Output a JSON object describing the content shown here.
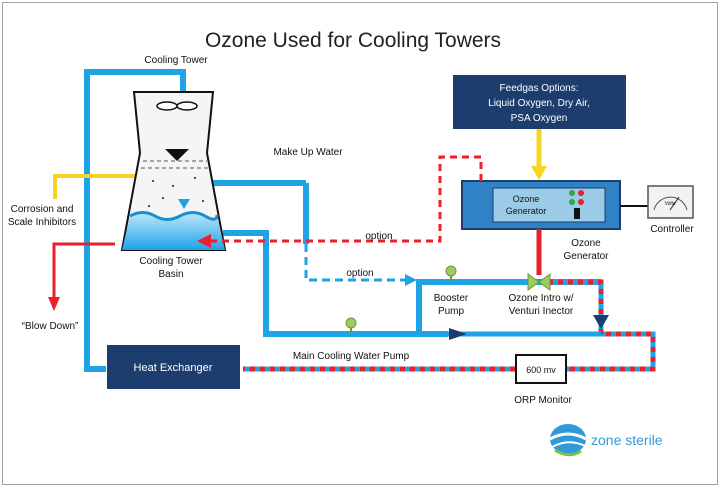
{
  "title": "Ozone Used for Cooling Towers",
  "labels": {
    "cooling_tower": "Cooling Tower",
    "makeup_water": "Make Up Water",
    "corrosion_1": "Corrosion and",
    "corrosion_2": "Scale Inhibitors",
    "basin_1": "Cooling Tower",
    "basin_2": "Basin",
    "blow_down": "“Blow Down”",
    "option_upper": "option",
    "option_lower": "option",
    "booster_1": "Booster",
    "booster_2": "Pump",
    "ozone_intro_1": "Ozone Intro w/",
    "ozone_intro_2": "Venturi Inector",
    "main_pump": "Main Cooling Water Pump",
    "ozone_gen_1": "Ozone",
    "ozone_gen_2": "Generator",
    "controller": "Controller",
    "volts": "Volts",
    "orp_monitor": "ORP Monitor",
    "orp_value": "600 mv"
  },
  "feedgas": {
    "line1": "Feedgas Options:",
    "line2": "Liquid Oxygen, Dry Air,",
    "line3": "PSA Oxygen"
  },
  "generator": {
    "line1": "Ozone",
    "line2": "Generator"
  },
  "heat_exchanger": "Heat Exchanger",
  "logo_text": "zone sterile",
  "colors": {
    "water": "#1ea4e6",
    "ozone": "#e8212b",
    "feed": "#f5d422",
    "navy": "#1c3d6e",
    "pump": "#9ccb62"
  }
}
